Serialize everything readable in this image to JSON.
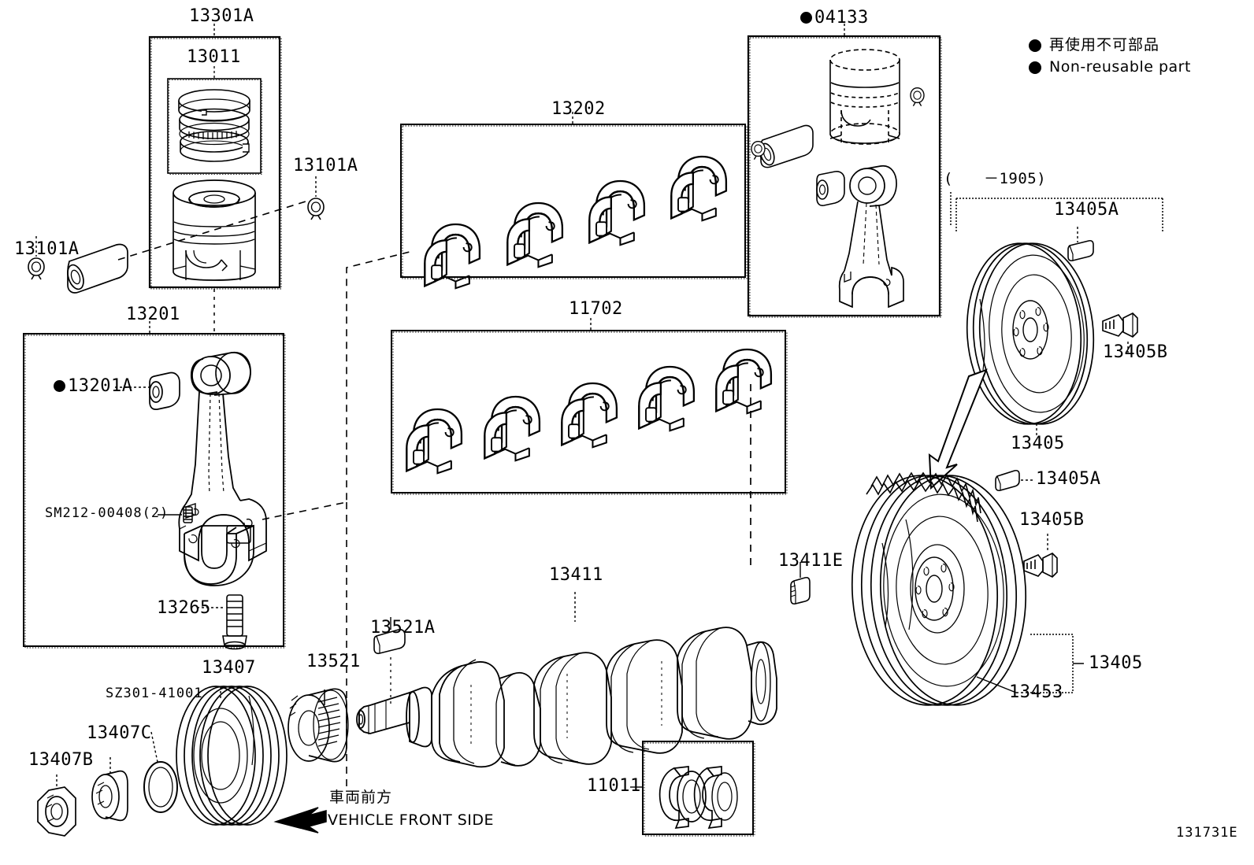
{
  "diagram": {
    "id_code": "131731E",
    "legend": {
      "jp": "再使用不可部品",
      "en": "Non-reusable part"
    },
    "front_marker": {
      "jp": "車両前方",
      "en": "VEHICLE FRONT SIDE"
    },
    "date_note": "(　　－1905)"
  },
  "labels": {
    "piston_assy": "13301A",
    "ring_set": "13011",
    "snap_ring_right": "13101A",
    "snap_ring_left": "13101A",
    "rod_assy": "13201",
    "rod_bush": "13201A",
    "rod_bolt_sm": "SM212-00408(2)",
    "rod_cap_bolt": "13265",
    "rod_bearing_box": "13202",
    "main_bearing_box": "11702",
    "piston_kit": "04133",
    "flywheel_upper": "13405",
    "flywheel_pin_upper": "13405A",
    "flywheel_bolt_upper": "13405B",
    "flywheel_pin_lower": "13405A",
    "flywheel_bolt_lower": "13405B",
    "flywheel_lower": "13405",
    "ring_gear": "13453",
    "crankshaft": "13411",
    "crank_plug": "13411E",
    "crank_key": "13521A",
    "crank_gear": "13521",
    "pulley": "13407",
    "pulley_oring": "SZ301-41001",
    "pulley_washer": "13407C",
    "pulley_bolt": "13407B",
    "thrust_washer": "11011"
  }
}
